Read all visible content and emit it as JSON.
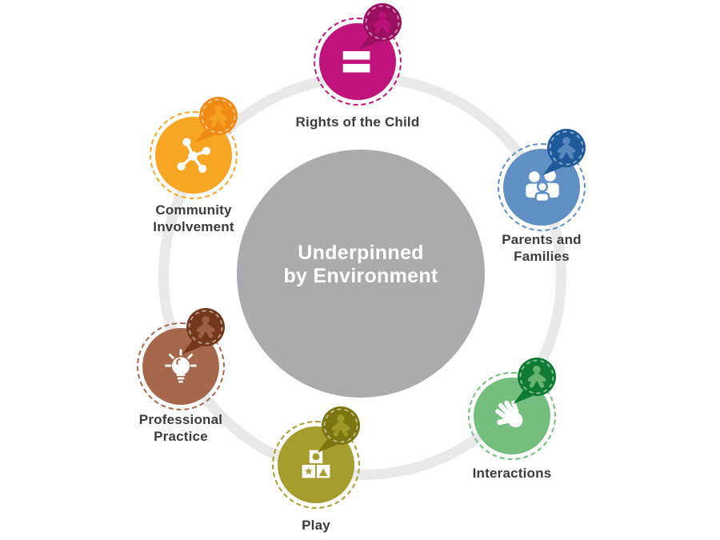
{
  "diagram": {
    "title_hidden": "",
    "ring_color": "#E9E9E9",
    "label_color": "#3C3C3B",
    "center": {
      "line1": "Underpinned",
      "line2": "by Environment",
      "bg_color": "#ABABAD",
      "text_color": "#FFFFFF"
    },
    "nodes": [
      {
        "id": "rights-of-the-child",
        "label_line1": "Rights of the Child",
        "label_line2": "",
        "color": "#C0137B",
        "bubble_color": "#9B0F60",
        "icon": "equals-icon"
      },
      {
        "id": "parents-and-families",
        "label_line1": "Parents and",
        "label_line2": "Families",
        "color": "#6190C5",
        "bubble_color": "#1E5A99",
        "icon": "family-icon"
      },
      {
        "id": "interactions",
        "label_line1": "Interactions",
        "label_line2": "",
        "color": "#74BE7E",
        "bubble_color": "#0F7B33",
        "icon": "hand-icon"
      },
      {
        "id": "play",
        "label_line1": "Play",
        "label_line2": "",
        "color": "#A59E2E",
        "bubble_color": "#7C7611",
        "icon": "blocks-icon"
      },
      {
        "id": "professional-practice",
        "label_line1": "Professional",
        "label_line2": "Practice",
        "color": "#A5684C",
        "bubble_color": "#74381C",
        "icon": "lightbulb-icon"
      },
      {
        "id": "community-involvement",
        "label_line1": "Community",
        "label_line2": "Involvement",
        "color": "#F6A623",
        "bubble_color": "#EF8A15",
        "icon": "network-icon"
      }
    ]
  }
}
